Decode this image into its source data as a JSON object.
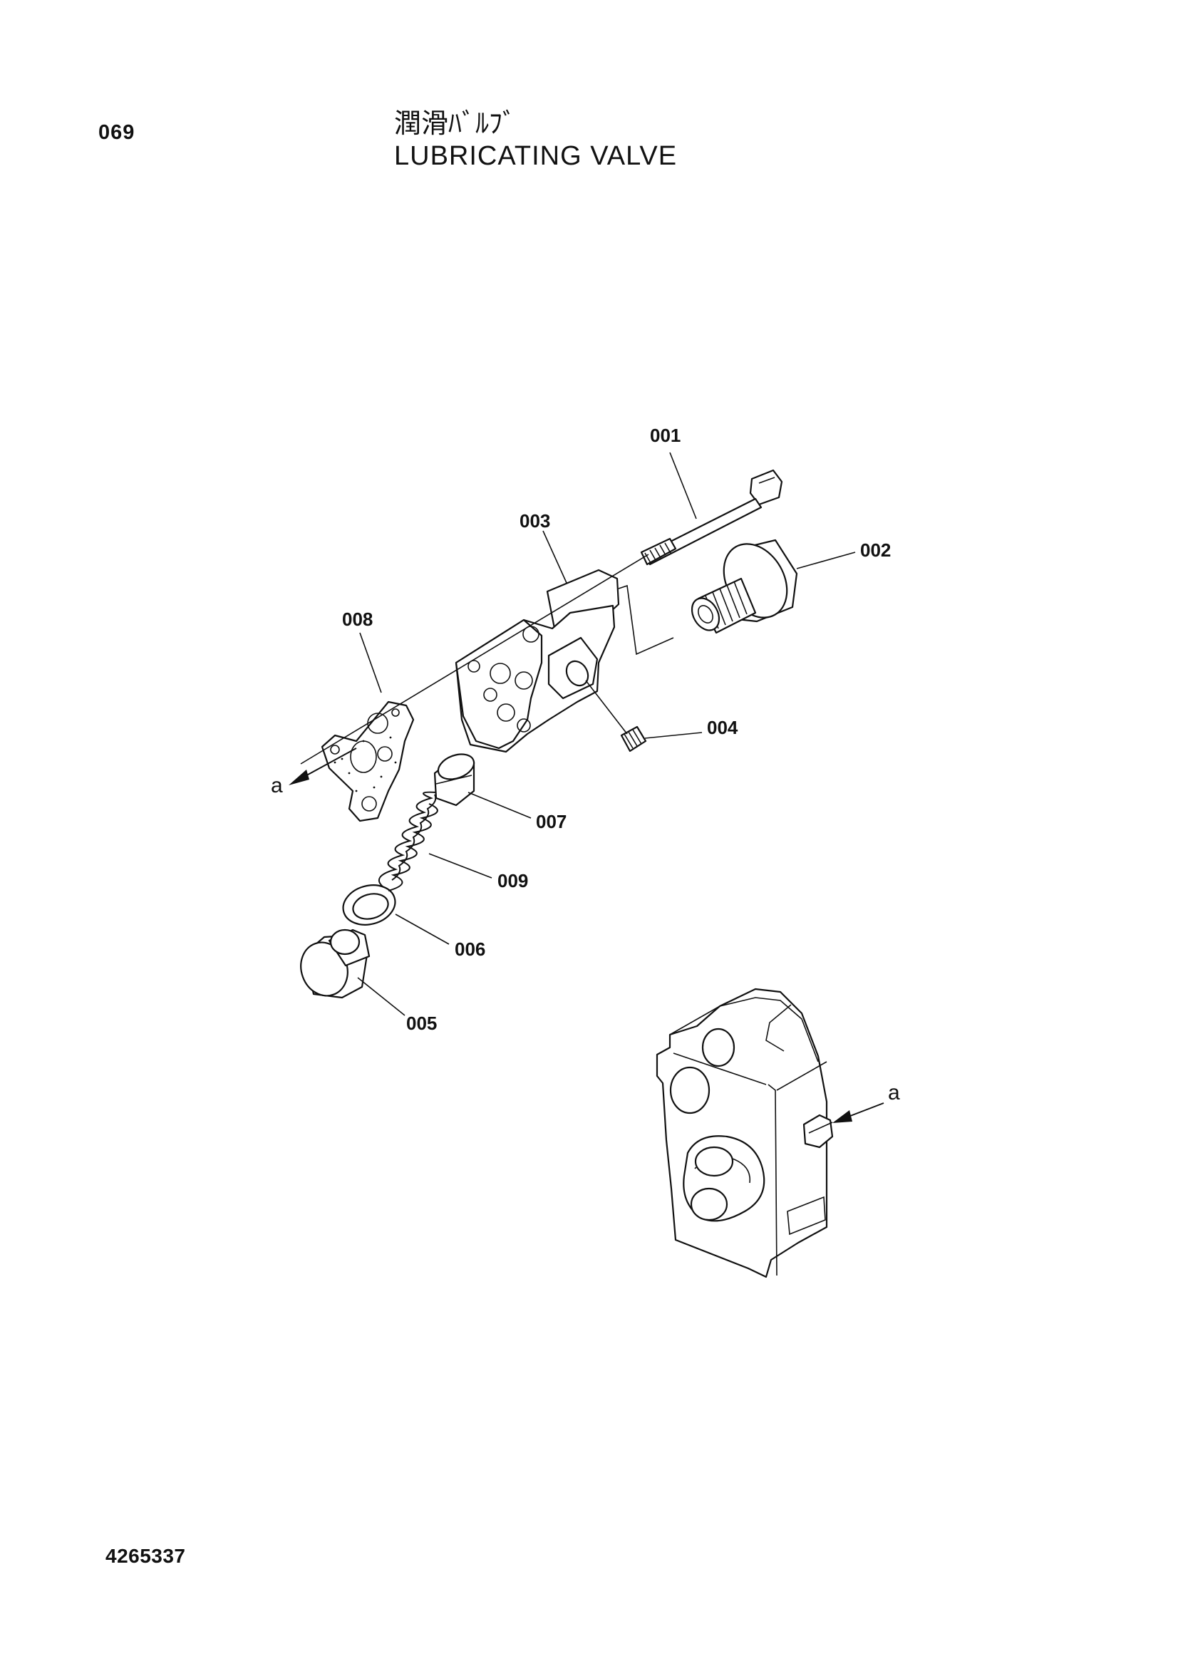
{
  "header": {
    "page_number": "069",
    "title_jp": "潤滑ﾊﾞﾙﾌﾞ",
    "title_en": "LUBRICATING VALVE"
  },
  "parts": [
    {
      "id": "001"
    },
    {
      "id": "002"
    },
    {
      "id": "003"
    },
    {
      "id": "004"
    },
    {
      "id": "005"
    },
    {
      "id": "006"
    },
    {
      "id": "007"
    },
    {
      "id": "008"
    },
    {
      "id": "009"
    }
  ],
  "view_marker": "a",
  "footer": {
    "drawing_number": "4265337"
  }
}
